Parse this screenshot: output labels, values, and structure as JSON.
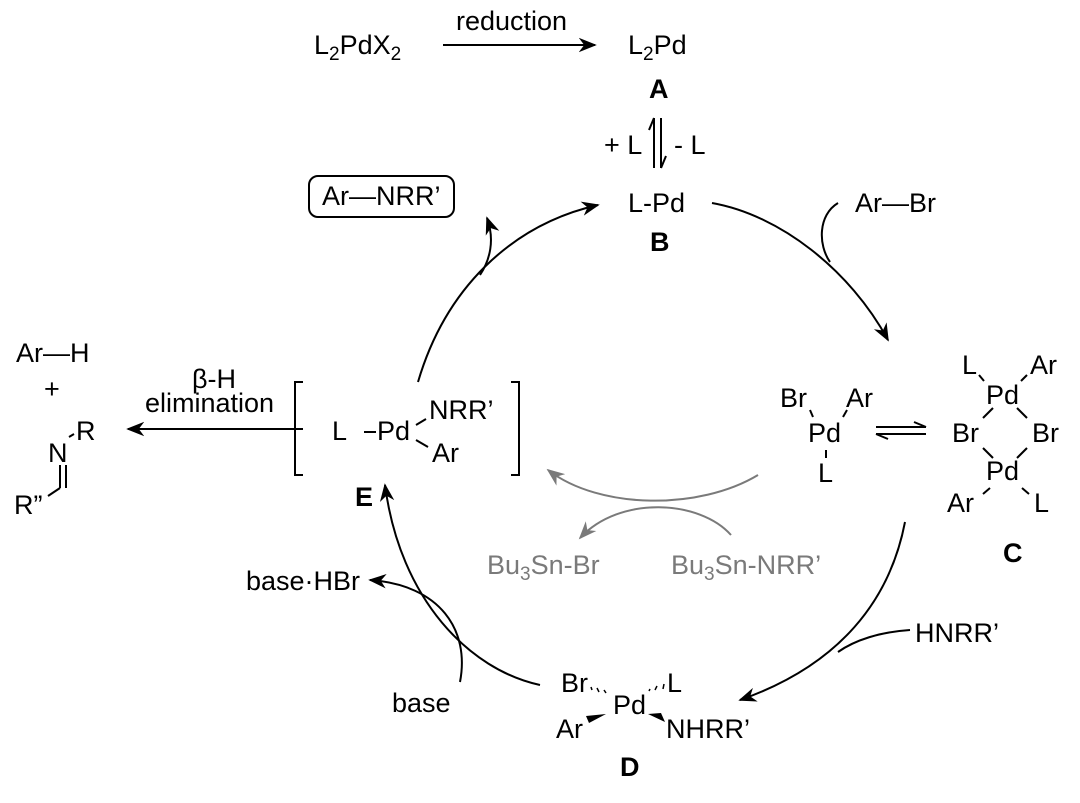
{
  "precatalyst": {
    "formula_base": "L",
    "sub1": "2",
    "mid": "PdX",
    "sub2": "2"
  },
  "activation_step": {
    "label": "reduction"
  },
  "species_A": {
    "formula_base": "L",
    "sub": "2",
    "rest": "Pd",
    "label": "A"
  },
  "ligand_equilibrium": {
    "plus_label": "+ L",
    "minus_label": "- L"
  },
  "species_B": {
    "formula": "L-Pd",
    "label": "B"
  },
  "product": {
    "formula": "Ar—NRR’"
  },
  "aryl_halide": {
    "formula": "Ar—Br"
  },
  "species_C_monomer": {
    "top_left": "Br",
    "top_right": "Ar",
    "center": "Pd",
    "bottom": "L"
  },
  "species_C_dimer": {
    "top_left": "L",
    "top_right": "Ar",
    "top_pd": "Pd",
    "bridge_left": "Br",
    "bridge_right": "Br",
    "bottom_pd": "Pd",
    "bottom_left": "Ar",
    "bottom_right": "L",
    "label": "C"
  },
  "species_E": {
    "left": "L",
    "center": "Pd",
    "upper_right": "NRR’",
    "lower_right": "Ar",
    "label": "E"
  },
  "side_reaction": {
    "label_line1": "β-H",
    "label_line2": "elimination",
    "product1": "Ar—H",
    "plus": "+",
    "imine_N": "N",
    "imine_R": "R",
    "imine_R2": "R”"
  },
  "stannane_pathway": {
    "reagent": "Bu3Sn-NRR’",
    "reagent_base": "Bu",
    "reagent_sub": "3",
    "reagent_rest": "Sn-NRR’",
    "byproduct_base": "Bu",
    "byproduct_sub": "3",
    "byproduct_rest": "Sn-Br",
    "color": "#7a7a7a"
  },
  "amine": {
    "formula": "HNRR’"
  },
  "species_D": {
    "top_left": "Br",
    "top_right": "L",
    "center": "Pd",
    "bottom_left": "Ar",
    "bottom_right": "NHRR’",
    "label": "D"
  },
  "base_step": {
    "reagent": "base",
    "byproduct": "base·HBr"
  }
}
